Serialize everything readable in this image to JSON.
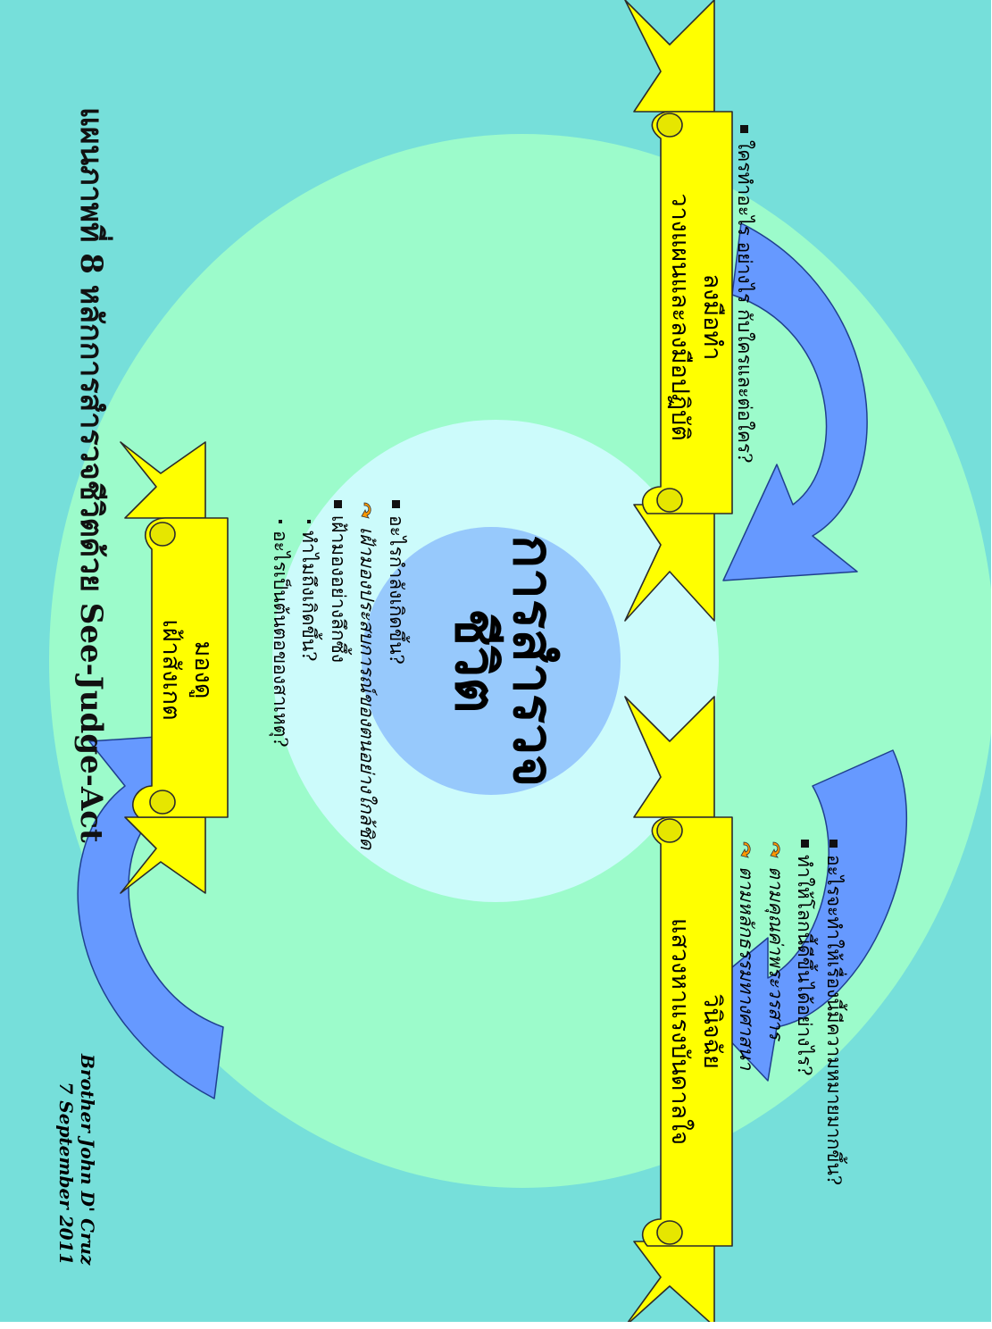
{
  "title": "แผนภาพที่ 8 หลักการสำรวจชีวิตด้วย See-Judge-Act",
  "center": {
    "line1": "การสำรวจ",
    "line2": "ชีวิต"
  },
  "see": {
    "line1": "มองดู",
    "line2": "เฝ้าสังเกต",
    "bullets": [
      {
        "type": "square",
        "text": "อะไรกำลังเกิดขึ้น?"
      },
      {
        "type": "arrow",
        "text": "เฝ้ามองประสบการณ์ของตนอย่างใกล้ชิด"
      },
      {
        "type": "square",
        "text": "เฝ้ามองอย่างลึกซึ้ง"
      },
      {
        "type": "dot",
        "text": "ทำไมถึงเกิดขึ้น?"
      },
      {
        "type": "dot",
        "text": "อะไรเป็นต้นตอของสาเหตุ?"
      }
    ]
  },
  "judge": {
    "line1": "วินิจฉัย",
    "line2": "แสวงหาแรงบันดาลใจ",
    "bullets": [
      {
        "type": "square",
        "text": "อะไรจะทำให้เรื่องนี้มีความหมายมากขึ้น?"
      },
      {
        "type": "square",
        "text": "ทำให้โลกนี้ดีขึ้นได้อย่างไร?"
      },
      {
        "type": "arrow",
        "text": "ตามคุณค่าพระวรสาร"
      },
      {
        "type": "arrow",
        "text": "ตามหลักธรรมทางศาสนา"
      }
    ]
  },
  "act": {
    "line1": "ลงมือทำ",
    "line2": "วางแผนและลงมือปฏิบัติ",
    "bullets": [
      {
        "type": "square",
        "text": "ใครทำอะไร อย่างไร กับใครและต่อใคร?"
      }
    ]
  },
  "credit": {
    "line1": "Brother John D' Cruz",
    "line2": "7 September 2011"
  },
  "colors": {
    "background": "#76dfda",
    "outer_ring": "#9cfbcb",
    "inner_ring": "#ccfbfb",
    "center_circle": "#97c9fc",
    "banner": "#ffff00",
    "arrow_blue": "#6699ff",
    "bullet_arrow": "#ff9900"
  },
  "icons": {
    "cycle_arrows": "curved-arrow-icon",
    "bullet_arrow": "curved-orange-arrow-icon"
  }
}
